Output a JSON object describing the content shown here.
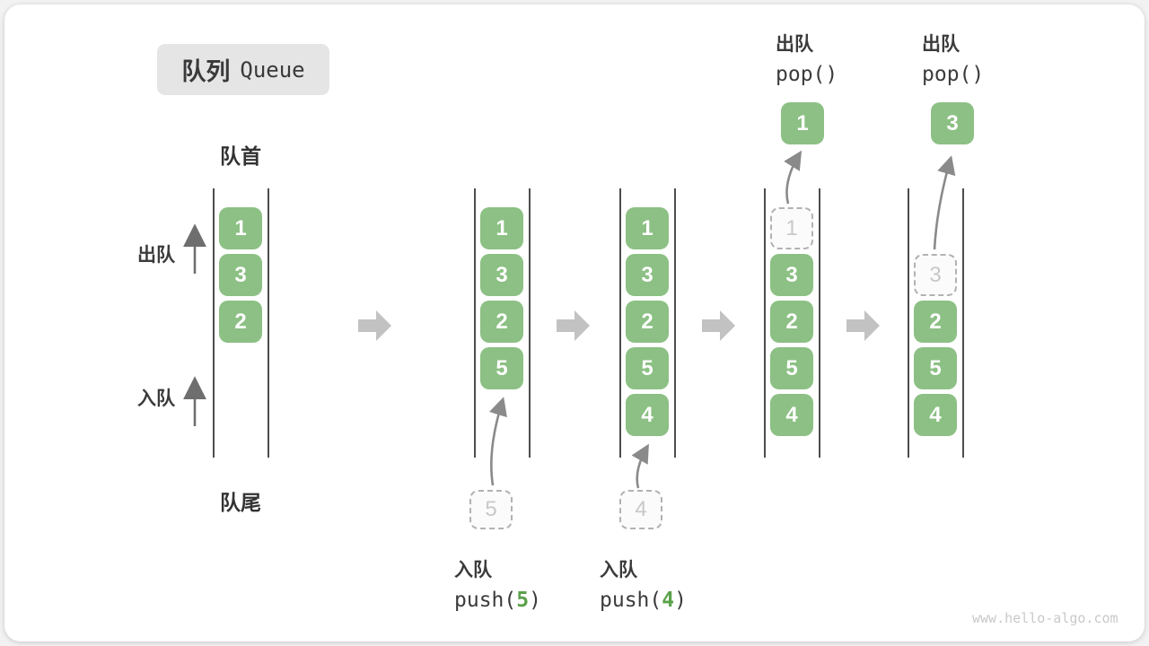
{
  "title": {
    "zh": "队列",
    "en": "Queue"
  },
  "labels": {
    "front": "队首",
    "rear": "队尾",
    "dequeue": "出队",
    "enqueue": "入队"
  },
  "watermark": "www.hello-algo.com",
  "colors": {
    "box_green": "#8cc084",
    "code_arg_green": "#5ba14b",
    "block_arrow_gray": "#c2c2c2",
    "curved_arrow_gray": "#8a8a8a",
    "dashed_border_gray": "#b2b2b2",
    "title_bg": "#e5e5e5",
    "text_dark": "#3b3b3b"
  },
  "states": [
    {
      "slots": [
        {
          "row": 0,
          "v": "1",
          "dashed": false
        },
        {
          "row": 1,
          "v": "3",
          "dashed": false
        },
        {
          "row": 2,
          "v": "2",
          "dashed": false
        }
      ]
    },
    {
      "slots": [
        {
          "row": 0,
          "v": "1",
          "dashed": false
        },
        {
          "row": 1,
          "v": "3",
          "dashed": false
        },
        {
          "row": 2,
          "v": "2",
          "dashed": false
        },
        {
          "row": 3,
          "v": "5",
          "dashed": false
        }
      ],
      "enqueue_box": "5",
      "op_below": {
        "label": "入队",
        "code_pre": "push(",
        "code_arg": "5",
        "code_post": ")"
      }
    },
    {
      "slots": [
        {
          "row": 0,
          "v": "1",
          "dashed": false
        },
        {
          "row": 1,
          "v": "3",
          "dashed": false
        },
        {
          "row": 2,
          "v": "2",
          "dashed": false
        },
        {
          "row": 3,
          "v": "5",
          "dashed": false
        },
        {
          "row": 4,
          "v": "4",
          "dashed": false
        }
      ],
      "enqueue_box": "4",
      "op_below": {
        "label": "入队",
        "code_pre": "push(",
        "code_arg": "4",
        "code_post": ")"
      }
    },
    {
      "slots": [
        {
          "row": 0,
          "v": "1",
          "dashed": true
        },
        {
          "row": 1,
          "v": "3",
          "dashed": false
        },
        {
          "row": 2,
          "v": "2",
          "dashed": false
        },
        {
          "row": 3,
          "v": "5",
          "dashed": false
        },
        {
          "row": 4,
          "v": "4",
          "dashed": false
        }
      ],
      "popped": "1",
      "op_above": {
        "label": "出队",
        "code": "pop()"
      }
    },
    {
      "slots": [
        {
          "row": 1,
          "v": "3",
          "dashed": true
        },
        {
          "row": 2,
          "v": "2",
          "dashed": false
        },
        {
          "row": 3,
          "v": "5",
          "dashed": false
        },
        {
          "row": 4,
          "v": "4",
          "dashed": false
        }
      ],
      "popped": "3",
      "op_above": {
        "label": "出队",
        "code": "pop()"
      }
    }
  ]
}
